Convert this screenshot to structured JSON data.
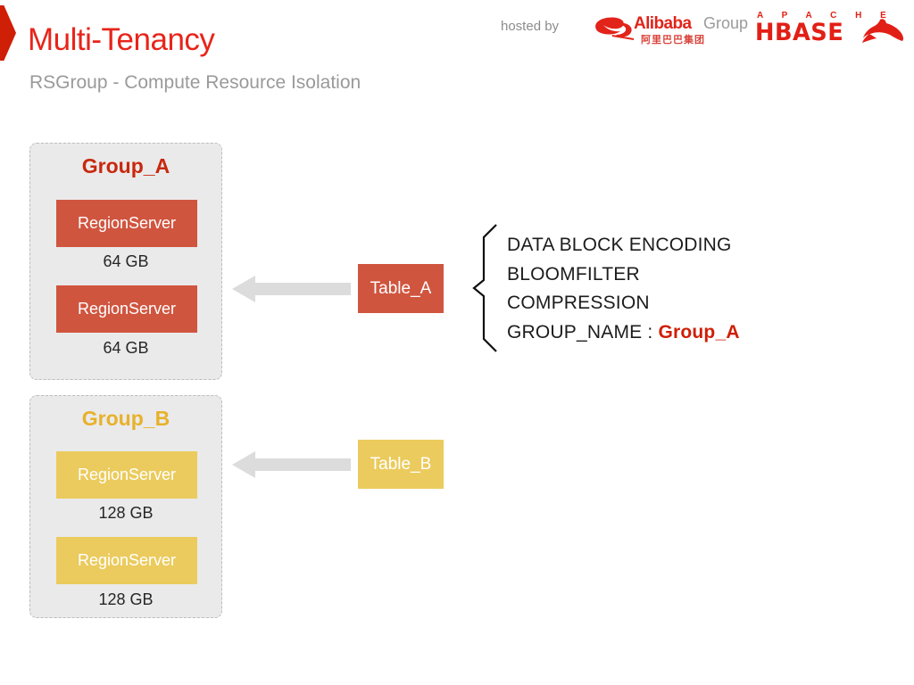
{
  "header": {
    "title": "Multi-Tenancy",
    "subtitle": "RSGroup - Compute Resource Isolation",
    "hosted_by": "hosted by",
    "alibaba_logo": {
      "wordmark": "Alibaba",
      "group_word": "Group",
      "chinese": "阿里巴巴集团",
      "icon": "alibaba-mark-icon"
    },
    "hbase_logo": {
      "apache": "A P A C H E",
      "name": "HBASE",
      "icon": "orca-icon"
    }
  },
  "colors": {
    "title_red": "#e8241a",
    "subtitle_gray": "#9a9a9a",
    "group_a_accent": "#c8280e",
    "group_b_accent": "#e8b12b",
    "regionserver_a": "#d0553f",
    "regionserver_b": "#ebcb5d",
    "group_box_bg": "#eaeaea",
    "arrow_gray": "#dcdcdc"
  },
  "groups": [
    {
      "name": "Group_A",
      "accent": "#c8280e",
      "servers": [
        {
          "label": "RegionServer",
          "memory": "64 GB"
        },
        {
          "label": "RegionServer",
          "memory": "64 GB"
        }
      ]
    },
    {
      "name": "Group_B",
      "accent": "#e8b12b",
      "servers": [
        {
          "label": "RegionServer",
          "memory": "128 GB"
        },
        {
          "label": "RegionServer",
          "memory": "128 GB"
        }
      ]
    }
  ],
  "tables": [
    {
      "label": "Table_A",
      "color": "#d0553f"
    },
    {
      "label": "Table_B",
      "color": "#ebcb5d"
    }
  ],
  "attributes": {
    "lines": [
      "DATA  BLOCK  ENCODING",
      "BLOOMFILTER",
      "COMPRESSION"
    ],
    "group_name_key": "GROUP_NAME : ",
    "group_name_value": "Group_A"
  }
}
